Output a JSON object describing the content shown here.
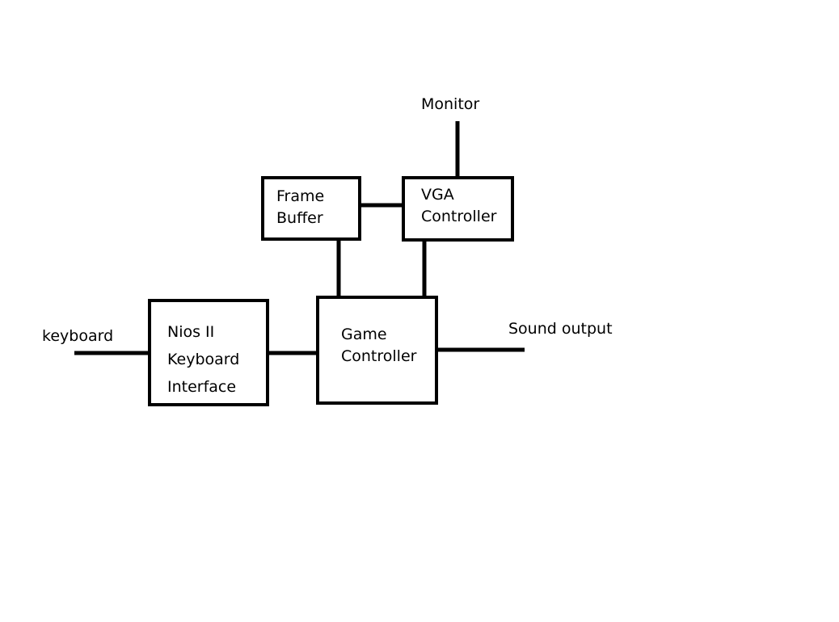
{
  "diagram": {
    "nodes": {
      "frame_buffer": {
        "lines": [
          "Frame",
          "Buffer"
        ]
      },
      "vga_controller": {
        "lines": [
          "VGA",
          "Controller"
        ]
      },
      "nios_keyboard_interface": {
        "lines": [
          "Nios II",
          "Keyboard",
          "Interface"
        ]
      },
      "game_controller": {
        "lines": [
          "Game",
          "Controller"
        ]
      }
    },
    "external": {
      "monitor": "Monitor",
      "keyboard": "keyboard",
      "sound_output": "Sound output"
    }
  }
}
